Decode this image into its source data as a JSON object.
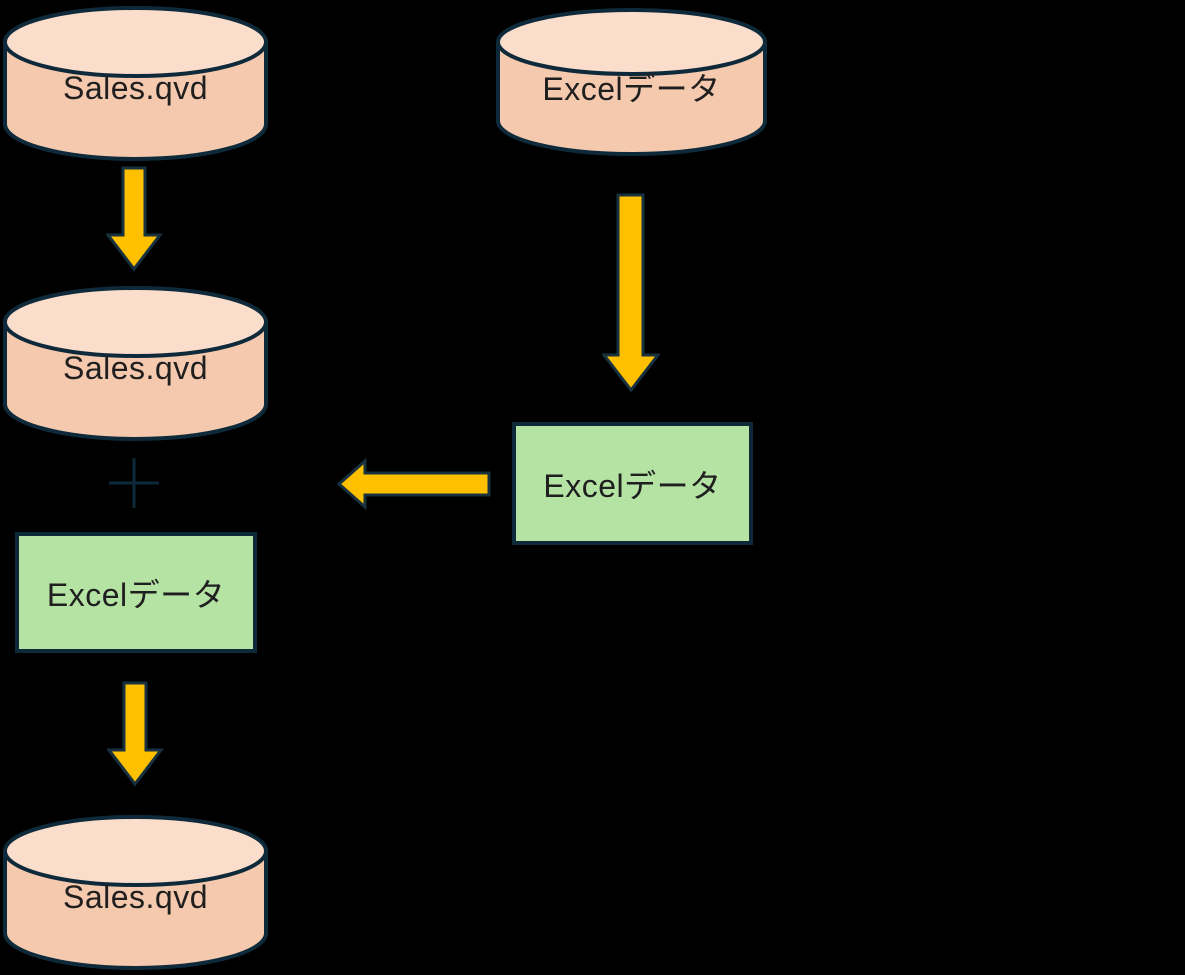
{
  "background_color": "#000000",
  "palette": {
    "cylinder_fill": "#F5C9AD",
    "cylinder_top_fill": "#FBDDCC",
    "excel_box_fill": "#B5E3A4",
    "shape_border": "#0E2A3A",
    "arrow_fill": "#FFC000",
    "arrow_border": "#17313F",
    "label_text": "#1F1F1F"
  },
  "diagram": {
    "qvd_source": {
      "label": "Sales.qvd",
      "shape": "cylinder"
    },
    "excel_source": {
      "label": "Excelデータ",
      "shape": "cylinder"
    },
    "qvd_loaded": {
      "label": "Sales.qvd",
      "shape": "cylinder"
    },
    "excel_loaded": {
      "label": "Excelデータ",
      "shape": "rectangle"
    },
    "excel_concat": {
      "label": "Excelデータ",
      "shape": "rectangle"
    },
    "qvd_result": {
      "label": "Sales.qvd",
      "shape": "cylinder"
    },
    "concat_operator": {
      "symbol": "+"
    }
  }
}
